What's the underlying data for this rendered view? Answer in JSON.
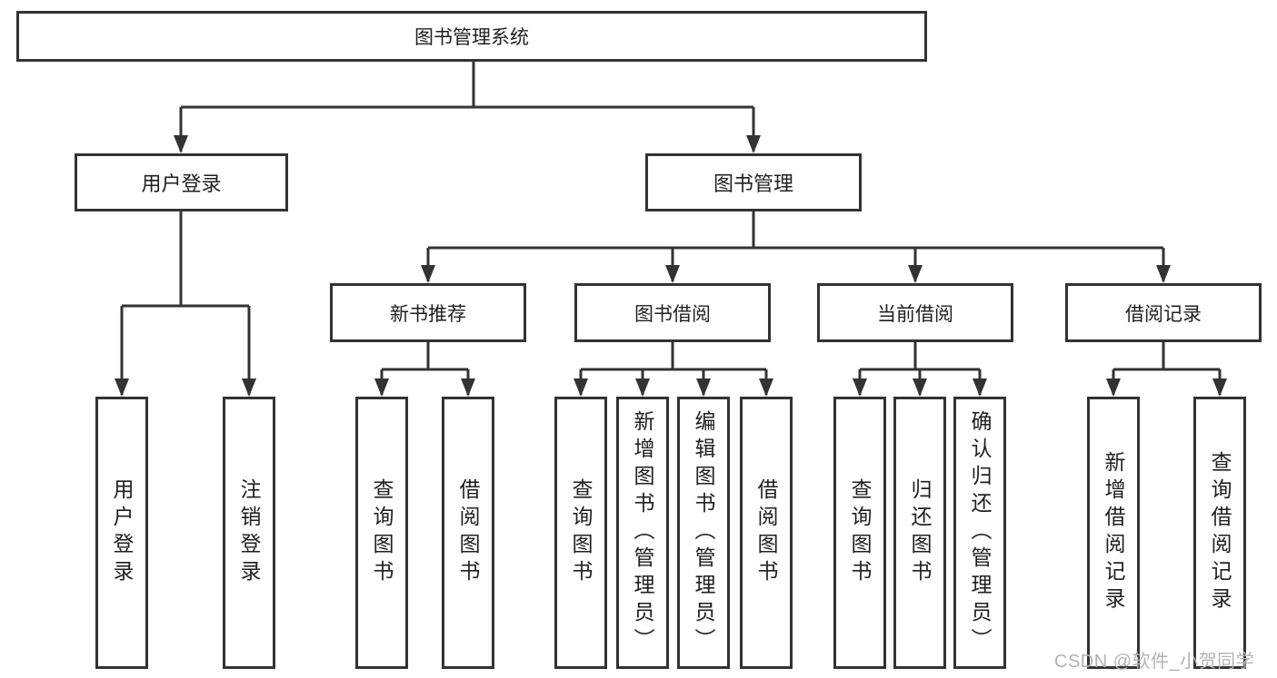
{
  "colors": {
    "line": "#333333",
    "text": "#1f1f1f",
    "box_fill": "#ffffff",
    "watermark": "#b3b3b3"
  },
  "watermark": "CSDN @软件_小贺同学",
  "tree": {
    "root": {
      "label": "图书管理系统"
    },
    "branches": [
      {
        "label": "用户登录",
        "children": [
          {
            "label": "用户登录"
          },
          {
            "label": "注销登录"
          }
        ]
      },
      {
        "label": "图书管理",
        "children": [
          {
            "label": "新书推荐",
            "children": [
              {
                "label": "查询图书"
              },
              {
                "label": "借阅图书"
              }
            ]
          },
          {
            "label": "图书借阅",
            "children": [
              {
                "label": "查询图书"
              },
              {
                "label": "新增图书（管理员）"
              },
              {
                "label": "编辑图书（管理员）"
              },
              {
                "label": "借阅图书"
              }
            ]
          },
          {
            "label": "当前借阅",
            "children": [
              {
                "label": "查询图书"
              },
              {
                "label": "归还图书"
              },
              {
                "label": "确认归还（管理员）"
              }
            ]
          },
          {
            "label": "借阅记录",
            "children": [
              {
                "label": "新增借阅记录"
              },
              {
                "label": "查询借阅记录"
              }
            ]
          }
        ]
      }
    ]
  }
}
